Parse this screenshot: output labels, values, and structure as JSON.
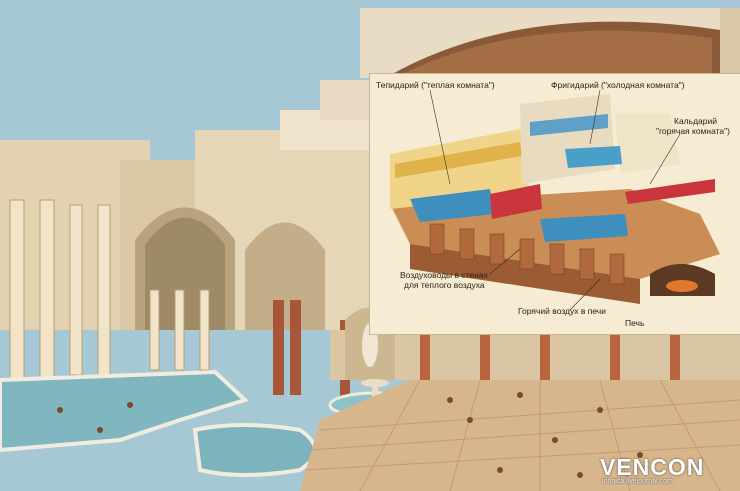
{
  "inset": {
    "labels": {
      "tepidarium": "Тепидарий (\"теплая комната\")",
      "frigidarium": "Фригидарий (\"холодная комната\")",
      "caldarium_1": "Кальдарий",
      "caldarium_2": "\"горячая комната\")",
      "ducts_1": "Воздуховоды в стенах",
      "ducts_2": "для теплого воздуха",
      "hot_air": "Горячий воздух в печи",
      "furnace": "Печь"
    }
  },
  "watermark": {
    "logo": "VENCON",
    "site": "irinaica.livejournal.com"
  },
  "colors": {
    "sky": "#9cc3d2",
    "stone": "#e9d8b9",
    "water": "#7fb6bf",
    "floor": "#d8b88f",
    "brick": "#b45a3a",
    "accent": "#3aa34a"
  }
}
